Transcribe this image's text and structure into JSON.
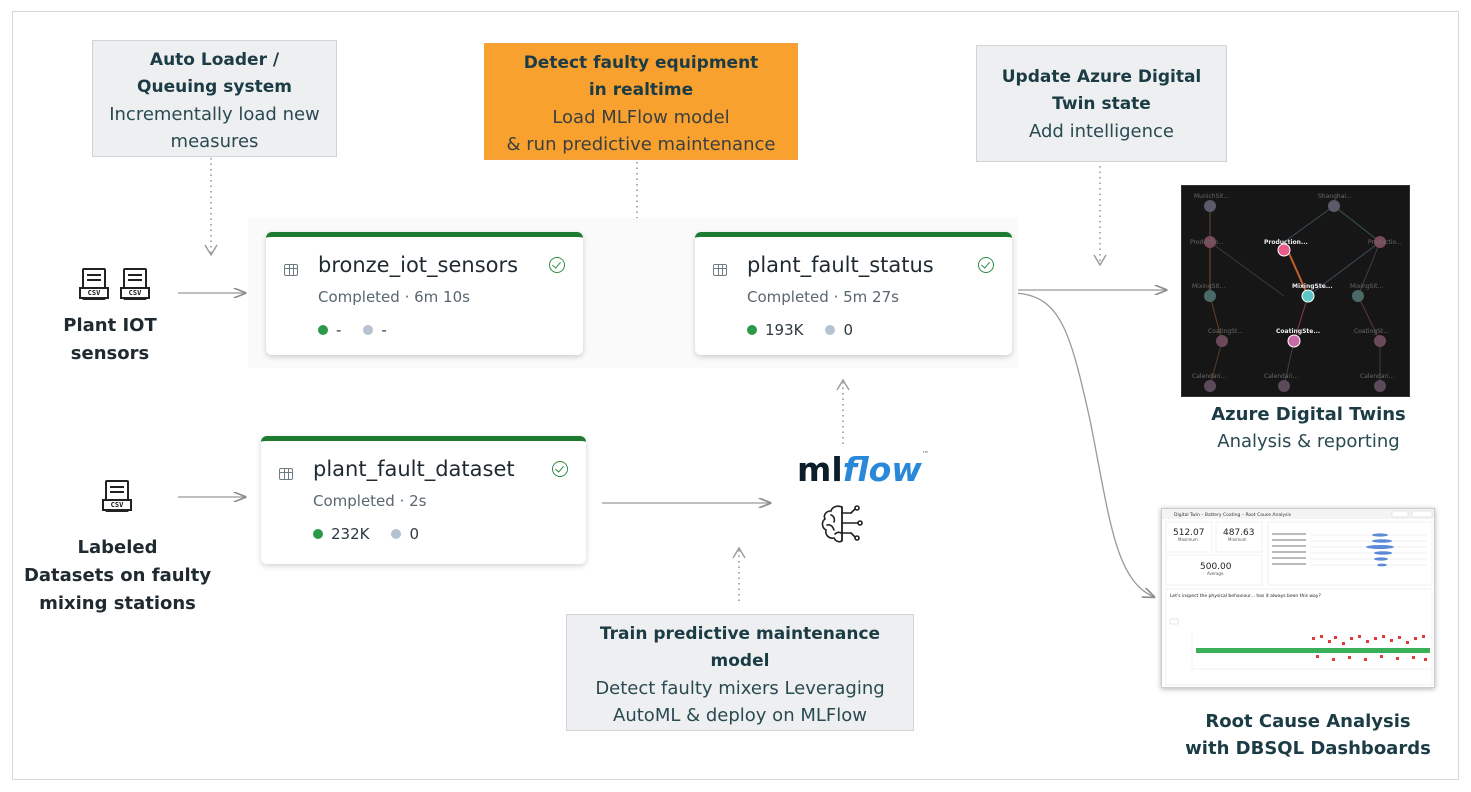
{
  "callouts": {
    "autoloader": {
      "title_1": "Auto Loader /",
      "title_2": "Queuing system",
      "sub_1": "Incrementally load new",
      "sub_2": "measures"
    },
    "detect": {
      "title_1": "Detect faulty equipment",
      "title_2": "in realtime",
      "sub_1": "Load MLFlow model",
      "sub_2": "& run predictive maintenance"
    },
    "azure_update": {
      "title_1": "Update Azure Digital",
      "title_2": "Twin state",
      "sub_1": "Add intelligence"
    },
    "train": {
      "title_1": "Train predictive maintenance",
      "title_2": "model",
      "sub_1": "Detect faulty mixers Leveraging",
      "sub_2": "AutoML & deploy on MLFlow"
    }
  },
  "sources": {
    "iot": {
      "line_1": "Plant IOT",
      "line_2": "sensors",
      "icon": "csv-file-icon",
      "icon_text": "CSV"
    },
    "labeled": {
      "line_1": "Labeled",
      "line_2": "Datasets on faulty",
      "line_3": "mixing stations",
      "icon": "csv-file-icon",
      "icon_text": "CSV"
    }
  },
  "nodes": {
    "bronze": {
      "name": "bronze_iot_sensors",
      "status": "Completed · 6m 10s",
      "metric_1": "-",
      "metric_2": "-"
    },
    "fault_status": {
      "name": "plant_fault_status",
      "status": "Completed · 5m 27s",
      "metric_1": "193K",
      "metric_2": "0"
    },
    "fault_dataset": {
      "name": "plant_fault_dataset",
      "status": "Completed · 2s",
      "metric_1": "232K",
      "metric_2": "0"
    }
  },
  "mlflow": {
    "ml": "ml",
    "flow": "flow",
    "tm": "™"
  },
  "outputs": {
    "twins": {
      "title": "Azure Digital Twins",
      "sub": "Analysis & reporting"
    },
    "rca": {
      "title_1": "Root Cause Analysis",
      "title_2": "with DBSQL Dashboards"
    }
  },
  "twin_graph": {
    "labels": [
      "MunichSit...",
      "Shanghai...",
      "Productio...",
      "Production...",
      "Productio...",
      "MixingSit...",
      "MixingSte...",
      "MixingSit...",
      "CoatingSt...",
      "CoatingSte...",
      "CoatingSt...",
      "Calendari...",
      "Calendari...",
      "Calendari..."
    ]
  },
  "dashboard": {
    "header": "Digital Twin – Battery Coating – Root Cause Analysis",
    "kpi_max_value": "512.07",
    "kpi_max_label": "Maximum",
    "kpi_min_value": "487.63",
    "kpi_min_label": "Minimum",
    "kpi_avg_value": "500.00",
    "kpi_avg_label": "Average",
    "question": "Let's inspect the physical behaviour... has it always been this way?"
  },
  "colors": {
    "node_border": "#1d7a31",
    "orange": "#f9a12e",
    "callout_bg": "#eeeff0",
    "green_dot": "#2a9a4a",
    "grey_dot": "#b5c2cf"
  }
}
